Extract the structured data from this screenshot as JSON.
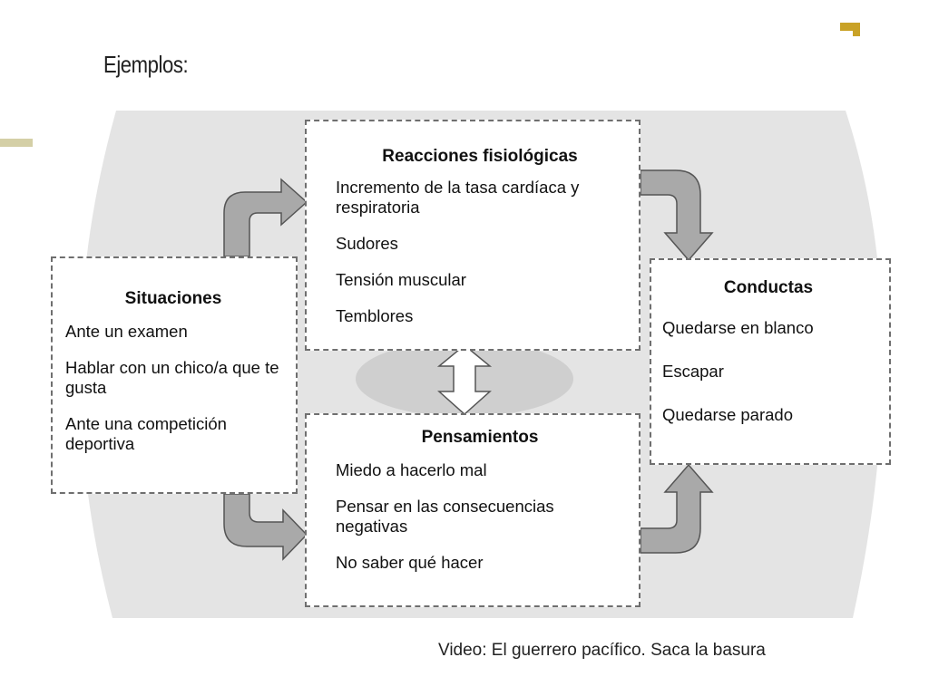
{
  "slide": {
    "title": "Ejemplos:",
    "caption": "Video: El guerrero pacífico. Saca la basura"
  },
  "colors": {
    "accent": "#c9a227",
    "diagram_background": "#e4e4e4",
    "arrow_fill": "#a9a9a9",
    "box_border": "#6f6f6f"
  },
  "diagram": {
    "situaciones": {
      "title": "Situaciones",
      "items": [
        "Ante un examen",
        "Hablar con un chico/a que te gusta",
        "Ante una competición deportiva"
      ]
    },
    "reacciones": {
      "title": "Reacciones fisiológicas",
      "items": [
        "Incremento de la tasa cardíaca y respiratoria",
        "Sudores",
        "Tensión muscular",
        "Temblores"
      ]
    },
    "pensamientos": {
      "title": "Pensamientos",
      "items": [
        "Miedo a hacerlo mal",
        "Pensar en las consecuencias negativas",
        "No saber qué hacer"
      ]
    },
    "conductas": {
      "title": "Conductas",
      "items": [
        "Quedarse en blanco",
        "Escapar",
        "Quedarse parado"
      ]
    }
  }
}
